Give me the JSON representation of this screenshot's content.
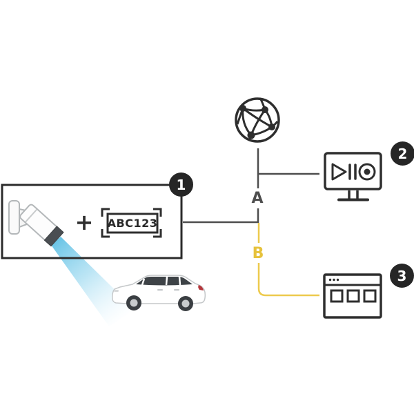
{
  "badges": {
    "detection_unit": "1",
    "video_system": "2",
    "web_browser": "3"
  },
  "connections": {
    "label_a": "A",
    "label_b": "B"
  },
  "detection_box": {
    "plus_sign": "+",
    "plate_text": "ABC123"
  },
  "icons": {
    "camera": "bullet-camera-icon",
    "globe": "network-globe-icon",
    "monitor": "video-management-monitor-icon",
    "browser": "web-browser-window-icon",
    "plate": "license-plate-frame-icon",
    "car": "car-icon",
    "beam": "camera-ir-beam"
  },
  "colors": {
    "dark": "#2e2e2e",
    "line_gray": "#4d4d4d",
    "accent_yellow": "#edca4d",
    "beam_blue": "#5fc0e4",
    "badge_bg": "#262626",
    "badge_text": "#ffffff",
    "window_dark": "#3e4347",
    "tail_light_red": "#b5373c"
  }
}
